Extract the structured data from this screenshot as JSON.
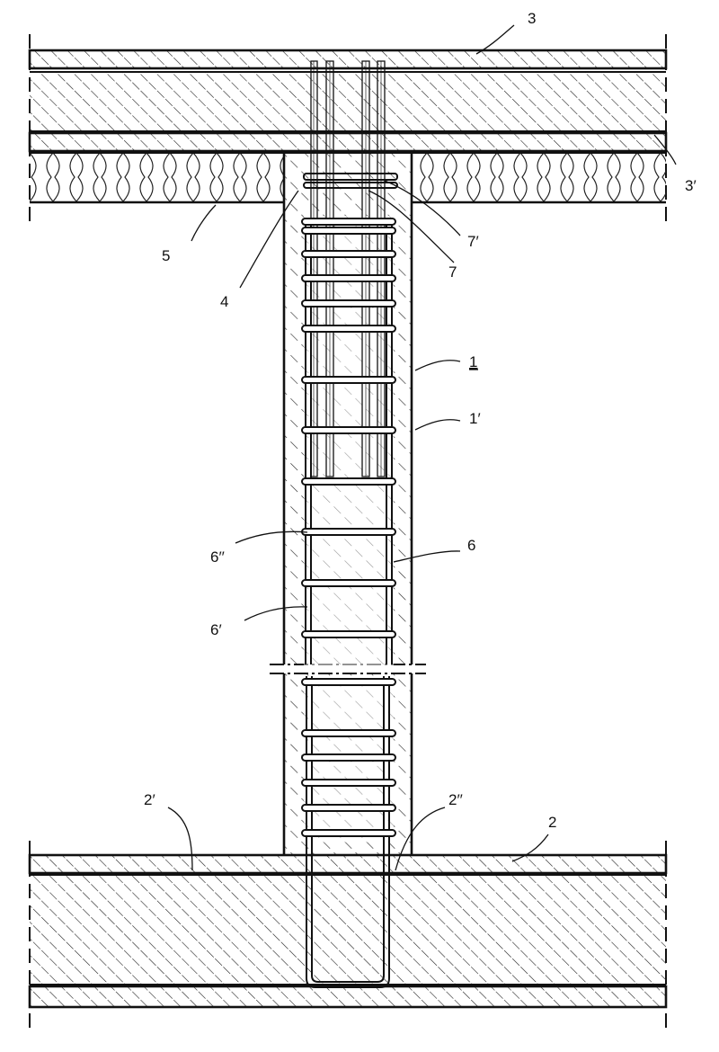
{
  "labels": {
    "l_3": "3",
    "l_3p": "3′",
    "l_7p": "7′",
    "l_7": "7",
    "l_5": "5",
    "l_4": "4",
    "l_1": "1",
    "l_1p": "1′",
    "l_6pp": "6′′",
    "l_6": "6",
    "l_6p": "6′",
    "l_2p": "2′",
    "l_2pp": "2′′",
    "l_2": "2"
  }
}
